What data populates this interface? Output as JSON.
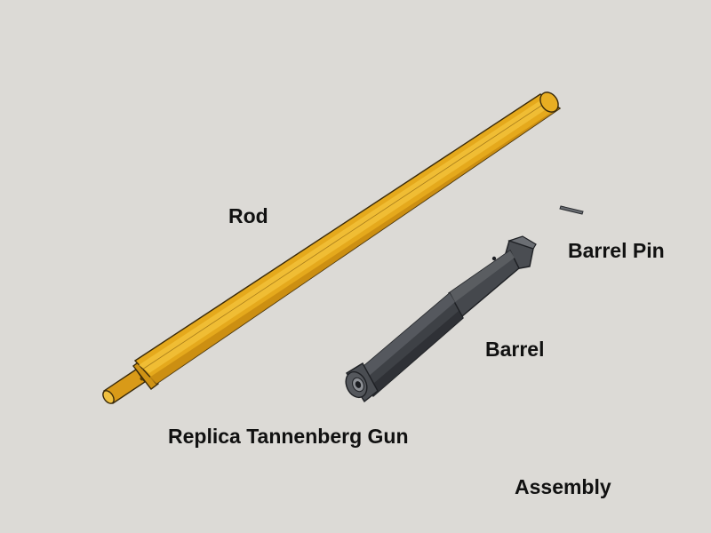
{
  "labels": {
    "rod": "Rod",
    "barrel_pin": "Barrel Pin",
    "barrel": "Barrel",
    "title": "Replica Tannenberg Gun",
    "assembly": "Assembly"
  },
  "colors": {
    "background": "#DCDAD6",
    "rod": "#E5A91C",
    "barrel": "#3A3C40",
    "pin": "#55585C",
    "label": "#111111"
  }
}
